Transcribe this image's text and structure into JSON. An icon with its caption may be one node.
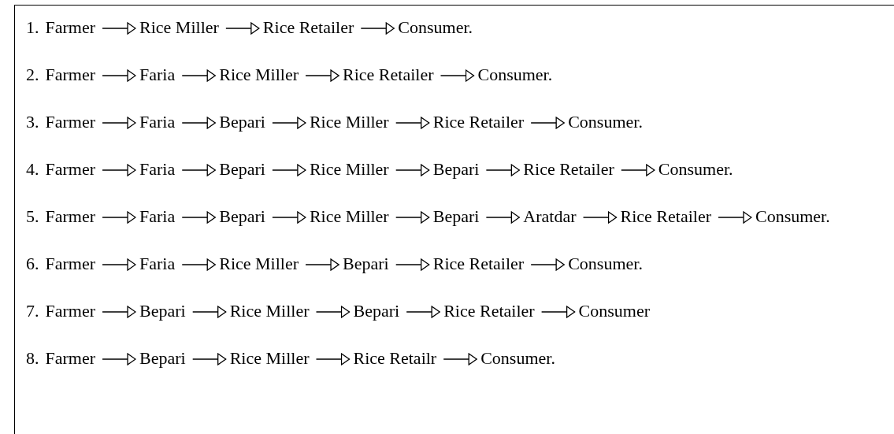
{
  "diagram": {
    "nodes": [
      {
        "text": [
          "Farmer"
        ]
      },
      {
        "text": [
          "Rice Miller"
        ]
      },
      {
        "text": [
          "Rice Retailer"
        ]
      },
      {
        "text": [
          "Consumer."
        ]
      },
      {
        "text": [
          "Farmer"
        ]
      },
      {
        "text": [
          "Faria"
        ]
      },
      {
        "text": [
          "Rice Miller"
        ]
      },
      {
        "text": [
          "Rice Retailer"
        ]
      },
      {
        "text": [
          "Consumer."
        ]
      },
      {
        "text": [
          "Farmer"
        ]
      },
      {
        "text": [
          "Faria"
        ]
      },
      {
        "text": [
          "Bepari"
        ]
      },
      {
        "text": [
          "Rice Miller"
        ]
      },
      {
        "text": [
          "Rice Retailer"
        ]
      },
      {
        "text": [
          "Consumer."
        ]
      },
      {
        "text": [
          "Farmer"
        ]
      },
      {
        "text": [
          "Faria"
        ]
      },
      {
        "text": [
          "Bepari"
        ]
      },
      {
        "text": [
          "Rice Miller"
        ]
      },
      {
        "text": [
          "Bepari"
        ]
      },
      {
        "text": [
          "Rice Retailer"
        ]
      },
      {
        "text": [
          "Consumer."
        ]
      },
      {
        "text": [
          "Farmer"
        ]
      },
      {
        "text": [
          "Faria"
        ]
      },
      {
        "text": [
          "Bepari"
        ]
      },
      {
        "text": [
          "Rice Miller"
        ]
      },
      {
        "text": [
          "Bepari"
        ]
      },
      {
        "text": [
          "Aratdar"
        ]
      },
      {
        "text": [
          "Rice Retailer"
        ]
      },
      {
        "text": [
          "Consumer."
        ]
      },
      {
        "text": [
          "Farmer"
        ]
      },
      {
        "text": [
          "Faria"
        ]
      },
      {
        "text": [
          "Rice Miller"
        ]
      },
      {
        "text": [
          "Bepari"
        ]
      },
      {
        "text": [
          "Rice Retailer"
        ]
      },
      {
        "text": [
          "Consumer."
        ]
      },
      {
        "text": [
          "Farmer"
        ]
      },
      {
        "text": [
          "Bepari"
        ]
      },
      {
        "text": [
          "Rice Miller"
        ]
      },
      {
        "text": [
          "Bepari"
        ]
      },
      {
        "text": [
          "Rice Retailer"
        ]
      },
      {
        "text": [
          "Consumer"
        ]
      },
      {
        "text": [
          "Farmer"
        ]
      },
      {
        "text": [
          "Bepari"
        ]
      },
      {
        "text": [
          "Rice Miller"
        ]
      },
      {
        "text": [
          "Rice Retailr"
        ]
      },
      {
        "text": [
          "Consumer."
        ]
      }
    ],
    "edges": [
      {
        "from": 0,
        "to": 1,
        "arrow": "to"
      },
      {
        "from": 1,
        "to": 2,
        "arrow": "to"
      },
      {
        "from": 2,
        "to": 3,
        "arrow": "to"
      },
      {
        "from": 4,
        "to": 5,
        "arrow": "to"
      },
      {
        "from": 5,
        "to": 6,
        "arrow": "to"
      },
      {
        "from": 6,
        "to": 7,
        "arrow": "to"
      },
      {
        "from": 7,
        "to": 8,
        "arrow": "to"
      },
      {
        "from": 9,
        "to": 10,
        "arrow": "to"
      },
      {
        "from": 10,
        "to": 11,
        "arrow": "to"
      },
      {
        "from": 11,
        "to": 12,
        "arrow": "to"
      },
      {
        "from": 12,
        "to": 13,
        "arrow": "to"
      },
      {
        "from": 13,
        "to": 14,
        "arrow": "to"
      },
      {
        "from": 15,
        "to": 16,
        "arrow": "to"
      },
      {
        "from": 16,
        "to": 17,
        "arrow": "to"
      },
      {
        "from": 17,
        "to": 18,
        "arrow": "to"
      },
      {
        "from": 18,
        "to": 19,
        "arrow": "to"
      },
      {
        "from": 19,
        "to": 20,
        "arrow": "to"
      },
      {
        "from": 20,
        "to": 21,
        "arrow": "to"
      },
      {
        "from": 22,
        "to": 23,
        "arrow": "to"
      },
      {
        "from": 23,
        "to": 24,
        "arrow": "to"
      },
      {
        "from": 24,
        "to": 25,
        "arrow": "to"
      },
      {
        "from": 25,
        "to": 26,
        "arrow": "to"
      },
      {
        "from": 26,
        "to": 27,
        "arrow": "to"
      },
      {
        "from": 27,
        "to": 28,
        "arrow": "to"
      },
      {
        "from": 28,
        "to": 29,
        "arrow": "to"
      },
      {
        "from": 30,
        "to": 31,
        "arrow": "to"
      },
      {
        "from": 31,
        "to": 32,
        "arrow": "to"
      },
      {
        "from": 32,
        "to": 33,
        "arrow": "to"
      },
      {
        "from": 33,
        "to": 34,
        "arrow": "to"
      },
      {
        "from": 34,
        "to": 35,
        "arrow": "to"
      },
      {
        "from": 36,
        "to": 37,
        "arrow": "to"
      },
      {
        "from": 37,
        "to": 38,
        "arrow": "to"
      },
      {
        "from": 38,
        "to": 39,
        "arrow": "to"
      },
      {
        "from": 39,
        "to": 40,
        "arrow": "to"
      },
      {
        "from": 40,
        "to": 41,
        "arrow": "to"
      },
      {
        "from": 42,
        "to": 43,
        "arrow": "to"
      },
      {
        "from": 43,
        "to": 44,
        "arrow": "to"
      },
      {
        "from": 44,
        "to": 45,
        "arrow": "to"
      },
      {
        "from": 45,
        "to": 46,
        "arrow": "to"
      }
    ],
    "labels": [
      "1.",
      "2.",
      "3.",
      "4.",
      "5.",
      "6.",
      "7.",
      "8."
    ]
  }
}
